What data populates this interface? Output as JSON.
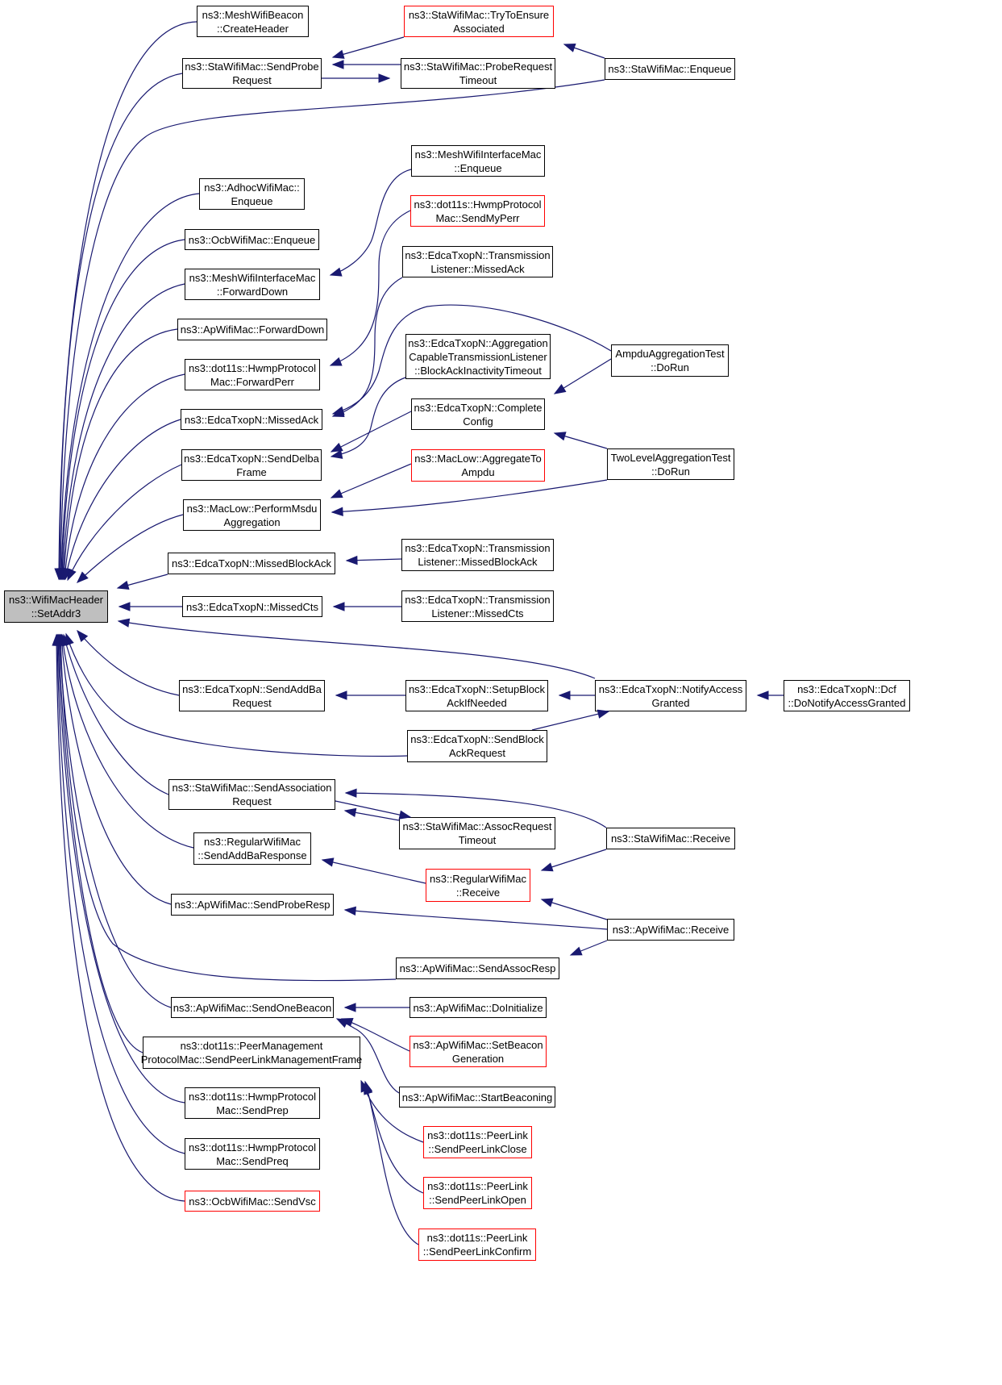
{
  "diagram": {
    "type": "call-graph",
    "colors": {
      "edge": "#191970",
      "border": "#000000",
      "truncated_border": "#ff0000",
      "root_fill": "#bfbfbf"
    },
    "nodes": [
      {
        "id": "n0",
        "label": "ns3::WifiMacHeader\n::SetAddr3",
        "root": true
      },
      {
        "id": "n1",
        "label": "ns3::MeshWifiBeacon\n::CreateHeader"
      },
      {
        "id": "n2",
        "label": "ns3::StaWifiMac::SendProbe\nRequest"
      },
      {
        "id": "n3",
        "label": "ns3::StaWifiMac::TryToEnsure\nAssociated",
        "truncated": true
      },
      {
        "id": "n4",
        "label": "ns3::StaWifiMac::ProbeRequest\nTimeout"
      },
      {
        "id": "n5",
        "label": "ns3::StaWifiMac::Enqueue"
      },
      {
        "id": "n6",
        "label": "ns3::MeshWifiInterfaceMac\n::Enqueue"
      },
      {
        "id": "n7",
        "label": "ns3::AdhocWifiMac::\nEnqueue"
      },
      {
        "id": "n8",
        "label": "ns3::dot11s::HwmpProtocol\nMac::SendMyPerr",
        "truncated": true
      },
      {
        "id": "n9",
        "label": "ns3::OcbWifiMac::Enqueue"
      },
      {
        "id": "n10",
        "label": "ns3::EdcaTxopN::Transmission\nListener::MissedAck"
      },
      {
        "id": "n11",
        "label": "ns3::MeshWifiInterfaceMac\n::ForwardDown"
      },
      {
        "id": "n12",
        "label": "ns3::ApWifiMac::ForwardDown"
      },
      {
        "id": "n13",
        "label": "ns3::EdcaTxopN::Aggregation\nCapableTransmissionListener\n::BlockAckInactivityTimeout"
      },
      {
        "id": "n14",
        "label": "ns3::dot11s::HwmpProtocol\nMac::ForwardPerr"
      },
      {
        "id": "n15",
        "label": "AmpduAggregationTest\n::DoRun"
      },
      {
        "id": "n16",
        "label": "ns3::EdcaTxopN::MissedAck"
      },
      {
        "id": "n17",
        "label": "ns3::EdcaTxopN::Complete\nConfig"
      },
      {
        "id": "n18",
        "label": "ns3::EdcaTxopN::SendDelba\nFrame"
      },
      {
        "id": "n19",
        "label": "ns3::MacLow::AggregateTo\nAmpdu",
        "truncated": true
      },
      {
        "id": "n20",
        "label": "TwoLevelAggregationTest\n::DoRun"
      },
      {
        "id": "n21",
        "label": "ns3::MacLow::PerformMsdu\nAggregation"
      },
      {
        "id": "n22",
        "label": "ns3::EdcaTxopN::MissedBlockAck"
      },
      {
        "id": "n23",
        "label": "ns3::EdcaTxopN::Transmission\nListener::MissedBlockAck"
      },
      {
        "id": "n24",
        "label": "ns3::EdcaTxopN::MissedCts"
      },
      {
        "id": "n25",
        "label": "ns3::EdcaTxopN::Transmission\nListener::MissedCts"
      },
      {
        "id": "n26",
        "label": "ns3::EdcaTxopN::SendAddBa\nRequest"
      },
      {
        "id": "n27",
        "label": "ns3::EdcaTxopN::SetupBlock\nAckIfNeeded"
      },
      {
        "id": "n28",
        "label": "ns3::EdcaTxopN::NotifyAccess\nGranted"
      },
      {
        "id": "n29",
        "label": "ns3::EdcaTxopN::Dcf\n::DoNotifyAccessGranted"
      },
      {
        "id": "n30",
        "label": "ns3::EdcaTxopN::SendBlock\nAckRequest"
      },
      {
        "id": "n31",
        "label": "ns3::StaWifiMac::SendAssociation\nRequest"
      },
      {
        "id": "n32",
        "label": "ns3::StaWifiMac::AssocRequest\nTimeout"
      },
      {
        "id": "n33",
        "label": "ns3::StaWifiMac::Receive"
      },
      {
        "id": "n34",
        "label": "ns3::RegularWifiMac\n::SendAddBaResponse"
      },
      {
        "id": "n35",
        "label": "ns3::RegularWifiMac\n::Receive",
        "truncated": true
      },
      {
        "id": "n36",
        "label": "ns3::ApWifiMac::SendProbeResp"
      },
      {
        "id": "n37",
        "label": "ns3::ApWifiMac::Receive"
      },
      {
        "id": "n38",
        "label": "ns3::ApWifiMac::SendAssocResp"
      },
      {
        "id": "n39",
        "label": "ns3::ApWifiMac::SendOneBeacon"
      },
      {
        "id": "n40",
        "label": "ns3::ApWifiMac::DoInitialize"
      },
      {
        "id": "n41",
        "label": "ns3::ApWifiMac::SetBeacon\nGeneration",
        "truncated": true
      },
      {
        "id": "n42",
        "label": "ns3::dot11s::PeerManagement\nProtocolMac::SendPeerLinkManagementFrame"
      },
      {
        "id": "n43",
        "label": "ns3::ApWifiMac::StartBeaconing"
      },
      {
        "id": "n44",
        "label": "ns3::dot11s::HwmpProtocol\nMac::SendPrep"
      },
      {
        "id": "n45",
        "label": "ns3::dot11s::PeerLink\n::SendPeerLinkClose",
        "truncated": true
      },
      {
        "id": "n46",
        "label": "ns3::dot11s::HwmpProtocol\nMac::SendPreq"
      },
      {
        "id": "n47",
        "label": "ns3::dot11s::PeerLink\n::SendPeerLinkOpen",
        "truncated": true
      },
      {
        "id": "n48",
        "label": "ns3::OcbWifiMac::SendVsc",
        "truncated": true
      },
      {
        "id": "n49",
        "label": "ns3::dot11s::PeerLink\n::SendPeerLinkConfirm",
        "truncated": true
      }
    ],
    "edges": [
      [
        "n1",
        "n0"
      ],
      [
        "n2",
        "n0"
      ],
      [
        "n5",
        "n0"
      ],
      [
        "n7",
        "n0"
      ],
      [
        "n9",
        "n0"
      ],
      [
        "n11",
        "n0"
      ],
      [
        "n12",
        "n0"
      ],
      [
        "n14",
        "n0"
      ],
      [
        "n16",
        "n0"
      ],
      [
        "n18",
        "n0"
      ],
      [
        "n21",
        "n0"
      ],
      [
        "n22",
        "n0"
      ],
      [
        "n24",
        "n0"
      ],
      [
        "n28",
        "n0"
      ],
      [
        "n26",
        "n0"
      ],
      [
        "n30",
        "n0"
      ],
      [
        "n31",
        "n0"
      ],
      [
        "n34",
        "n0"
      ],
      [
        "n36",
        "n0"
      ],
      [
        "n38",
        "n0"
      ],
      [
        "n39",
        "n0"
      ],
      [
        "n42",
        "n0"
      ],
      [
        "n44",
        "n0"
      ],
      [
        "n46",
        "n0"
      ],
      [
        "n48",
        "n0"
      ],
      [
        "n3",
        "n2"
      ],
      [
        "n4",
        "n2"
      ],
      [
        "n2",
        "n4"
      ],
      [
        "n5",
        "n3"
      ],
      [
        "n6",
        "n11"
      ],
      [
        "n8",
        "n14"
      ],
      [
        "n10",
        "n16"
      ],
      [
        "n15",
        "n16"
      ],
      [
        "n13",
        "n18"
      ],
      [
        "n17",
        "n18"
      ],
      [
        "n15",
        "n17"
      ],
      [
        "n20",
        "n17"
      ],
      [
        "n19",
        "n21"
      ],
      [
        "n20",
        "n21"
      ],
      [
        "n23",
        "n22"
      ],
      [
        "n25",
        "n24"
      ],
      [
        "n27",
        "n26"
      ],
      [
        "n28",
        "n27"
      ],
      [
        "n30",
        "n28"
      ],
      [
        "n29",
        "n28"
      ],
      [
        "n32",
        "n31"
      ],
      [
        "n33",
        "n31"
      ],
      [
        "n31",
        "n32"
      ],
      [
        "n35",
        "n34"
      ],
      [
        "n33",
        "n35"
      ],
      [
        "n37",
        "n35"
      ],
      [
        "n37",
        "n36"
      ],
      [
        "n37",
        "n38"
      ],
      [
        "n40",
        "n39"
      ],
      [
        "n41",
        "n39"
      ],
      [
        "n43",
        "n39"
      ],
      [
        "n45",
        "n42"
      ],
      [
        "n47",
        "n42"
      ],
      [
        "n49",
        "n42"
      ]
    ]
  }
}
